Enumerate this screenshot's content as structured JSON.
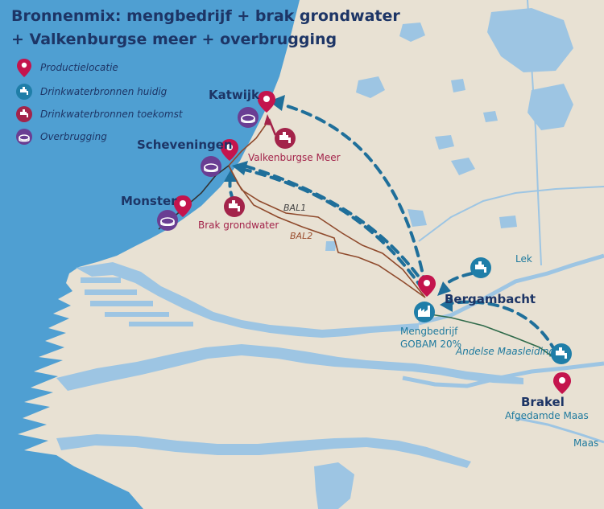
{
  "title": {
    "line1": "Bronnenmix: mengbedrijf + brak grondwater",
    "line2": "+ Valkenburgse meer + overbrugging"
  },
  "legend": [
    {
      "label": "Productielocatie",
      "icon": "location-pin-icon",
      "color": "#c4144d"
    },
    {
      "label": "Drinkwaterbronnen huidig",
      "icon": "water-tap-icon",
      "color": "#1f7ea8"
    },
    {
      "label": "Drinkwaterbronnen toekomst",
      "icon": "water-tap-icon",
      "color": "#a3234a"
    },
    {
      "label": "Overbrugging",
      "icon": "reservoir-icon",
      "color": "#6a3e93"
    }
  ],
  "places": {
    "katwijk": "Katwijk",
    "scheveningen": "Scheveningen",
    "monster": "Monster",
    "bergambacht": "Bergambacht",
    "brakel": "Brakel"
  },
  "labels": {
    "valkenburgse_meer": "Valkenburgse Meer",
    "brak_grondwater": "Brak grondwater",
    "bal1": "BAL1",
    "bal2": "BAL2",
    "mengbedrijf_line1": "Mengbedrijf",
    "mengbedrijf_line2": "GOBAM 20%",
    "andelse_maasleiding": "Andelse Maasleiding",
    "afgedamde_maas": "Afgedamde Maas",
    "lek": "Lek",
    "maas": "Maas"
  },
  "colors": {
    "sea": "#4f9fd2",
    "land": "#e8e1d3",
    "water": "#9dc5e3",
    "title": "#1d3566",
    "flow_arrows": "#1f6f9a",
    "pipeline_bal": "#8f4a2c"
  }
}
